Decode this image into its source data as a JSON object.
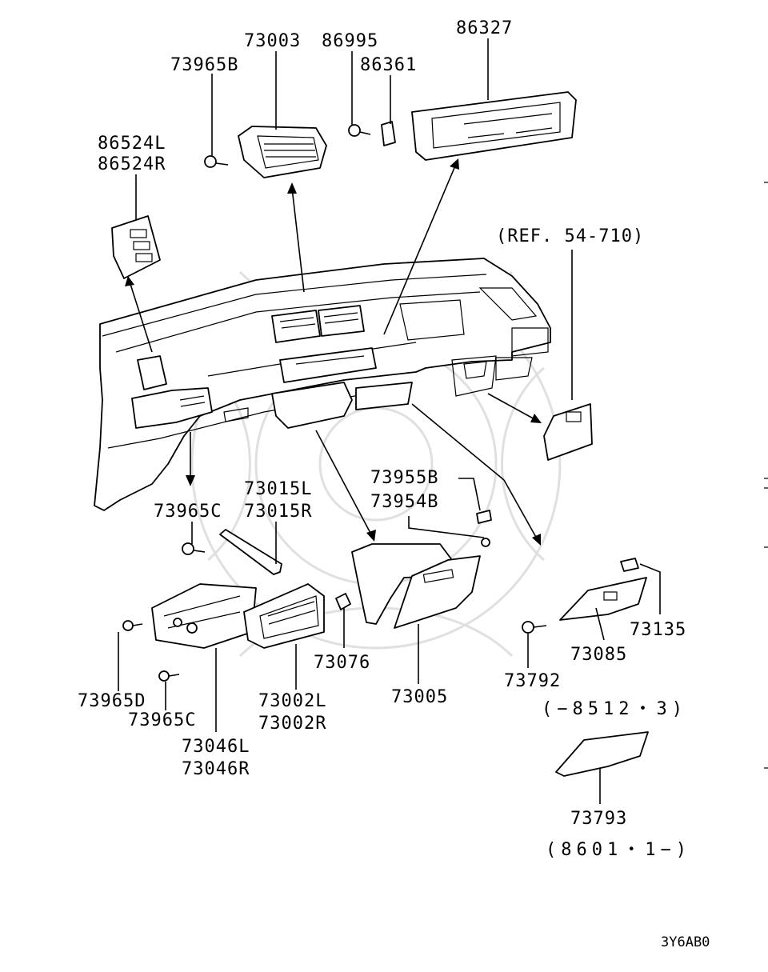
{
  "diagram": {
    "callouts": {
      "p73003": "73003",
      "p86995": "86995",
      "p86327": "86327",
      "p73965B": "73965B",
      "p86361": "86361",
      "p86524L": "86524L",
      "p86524R": "86524R",
      "ref": "(REF. 54-710)",
      "p73015L": "73015L",
      "p73015R": "73015R",
      "p73955B": "73955B",
      "p73954B": "73954B",
      "p73965C_top": "73965C",
      "p73135": "73135",
      "p73085": "73085",
      "p73076": "73076",
      "p73792": "73792",
      "p73965D": "73965D",
      "p73002L": "73002L",
      "p73005": "73005",
      "p73965C_bot": "73965C",
      "p73002R": "73002R",
      "p73046L": "73046L",
      "p73046R": "73046R",
      "p73793": "73793",
      "range1": "(−8512・3)",
      "range2": "(8601・1−)"
    },
    "footer_code": "3Y6AB0"
  }
}
